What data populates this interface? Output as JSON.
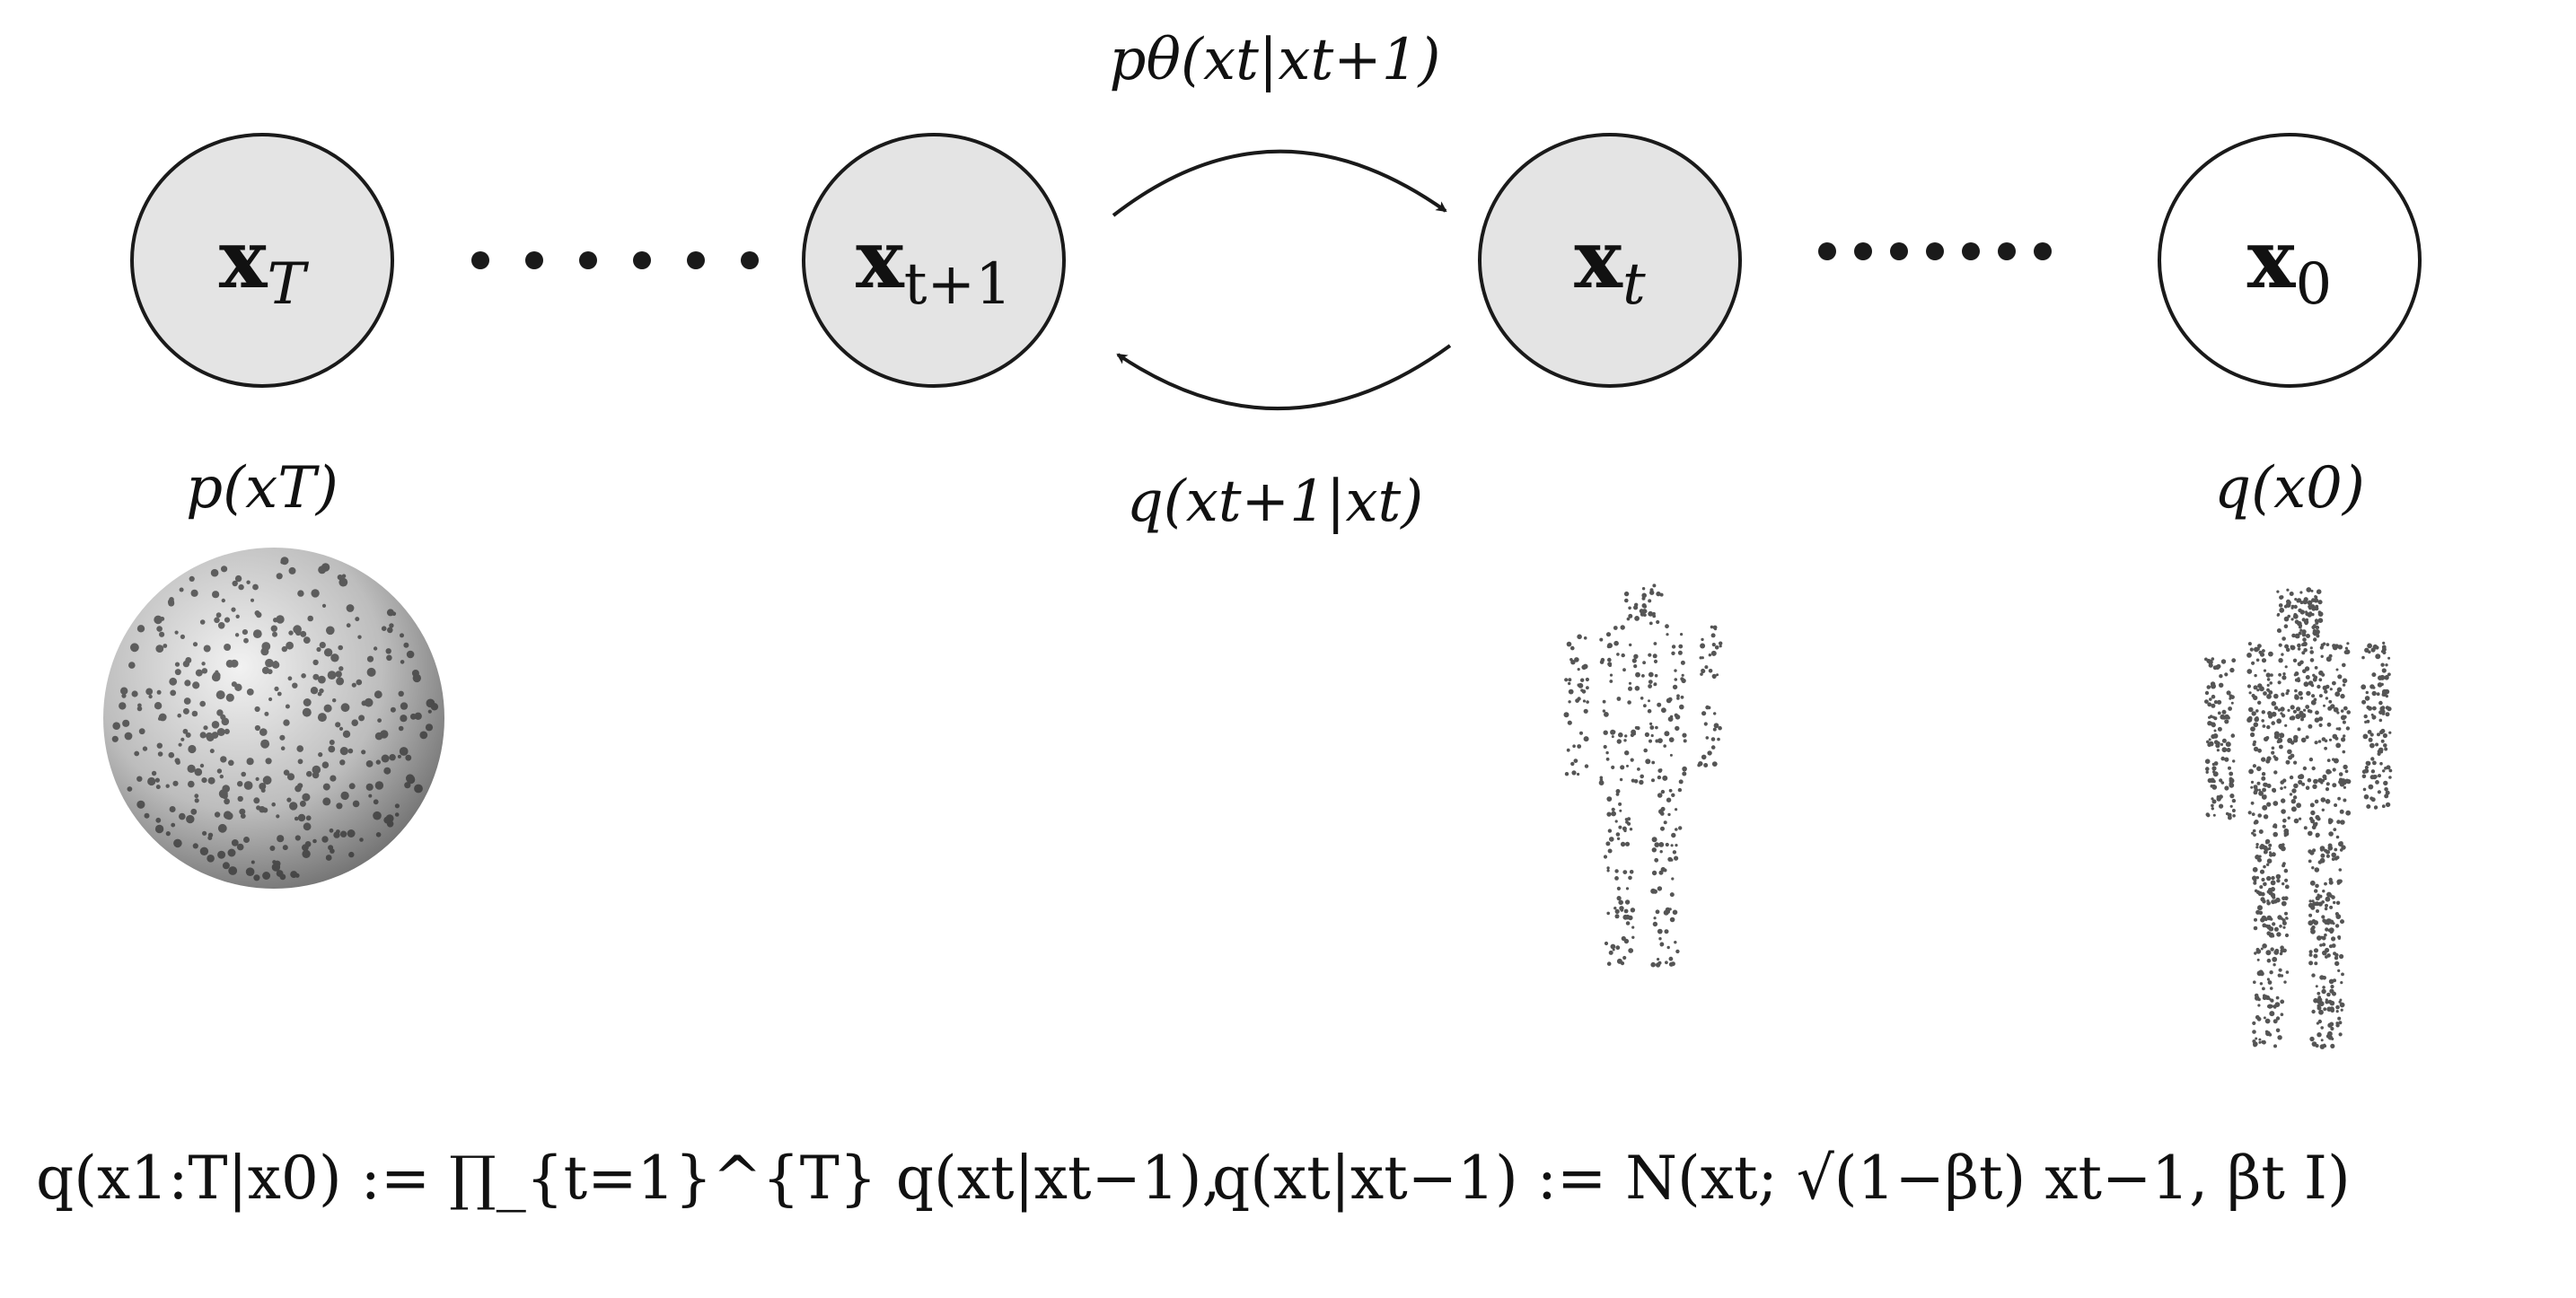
{
  "nodes": [
    {
      "id": "xT",
      "var": "x",
      "sub": "T",
      "filled": true
    },
    {
      "id": "xt1",
      "var": "x",
      "sub": "t+1",
      "filled": true
    },
    {
      "id": "xt",
      "var": "x",
      "sub": "t",
      "filled": true
    },
    {
      "id": "x0",
      "var": "x",
      "sub": "0",
      "filled": false
    }
  ],
  "colors": {
    "node_fill": "#e4e4e4",
    "node_fill_empty": "#ffffff",
    "stroke": "#1a1a1a",
    "point_cloud": "#555555"
  },
  "labels": {
    "reverse_process": "pθ(xt|xt+1)",
    "forward_process": "q(xt+1|xt)",
    "prior": "p(xT)",
    "data_dist": "q(x0)"
  },
  "equations": {
    "forward_joint": "q(x1:T|x0) := ∏_{t=1}^{T} q(xt|xt−1),",
    "forward_step": "q(xt|xt−1) := N(xt; √(1−βt) xt−1, βt I)"
  },
  "illustrations": [
    {
      "id": "noise-sphere",
      "description_icon": "sphere-point-cloud-icon"
    },
    {
      "id": "noisy-human",
      "description_icon": "noisy-human-point-cloud-icon"
    },
    {
      "id": "clean-human",
      "description_icon": "human-point-cloud-icon"
    }
  ]
}
